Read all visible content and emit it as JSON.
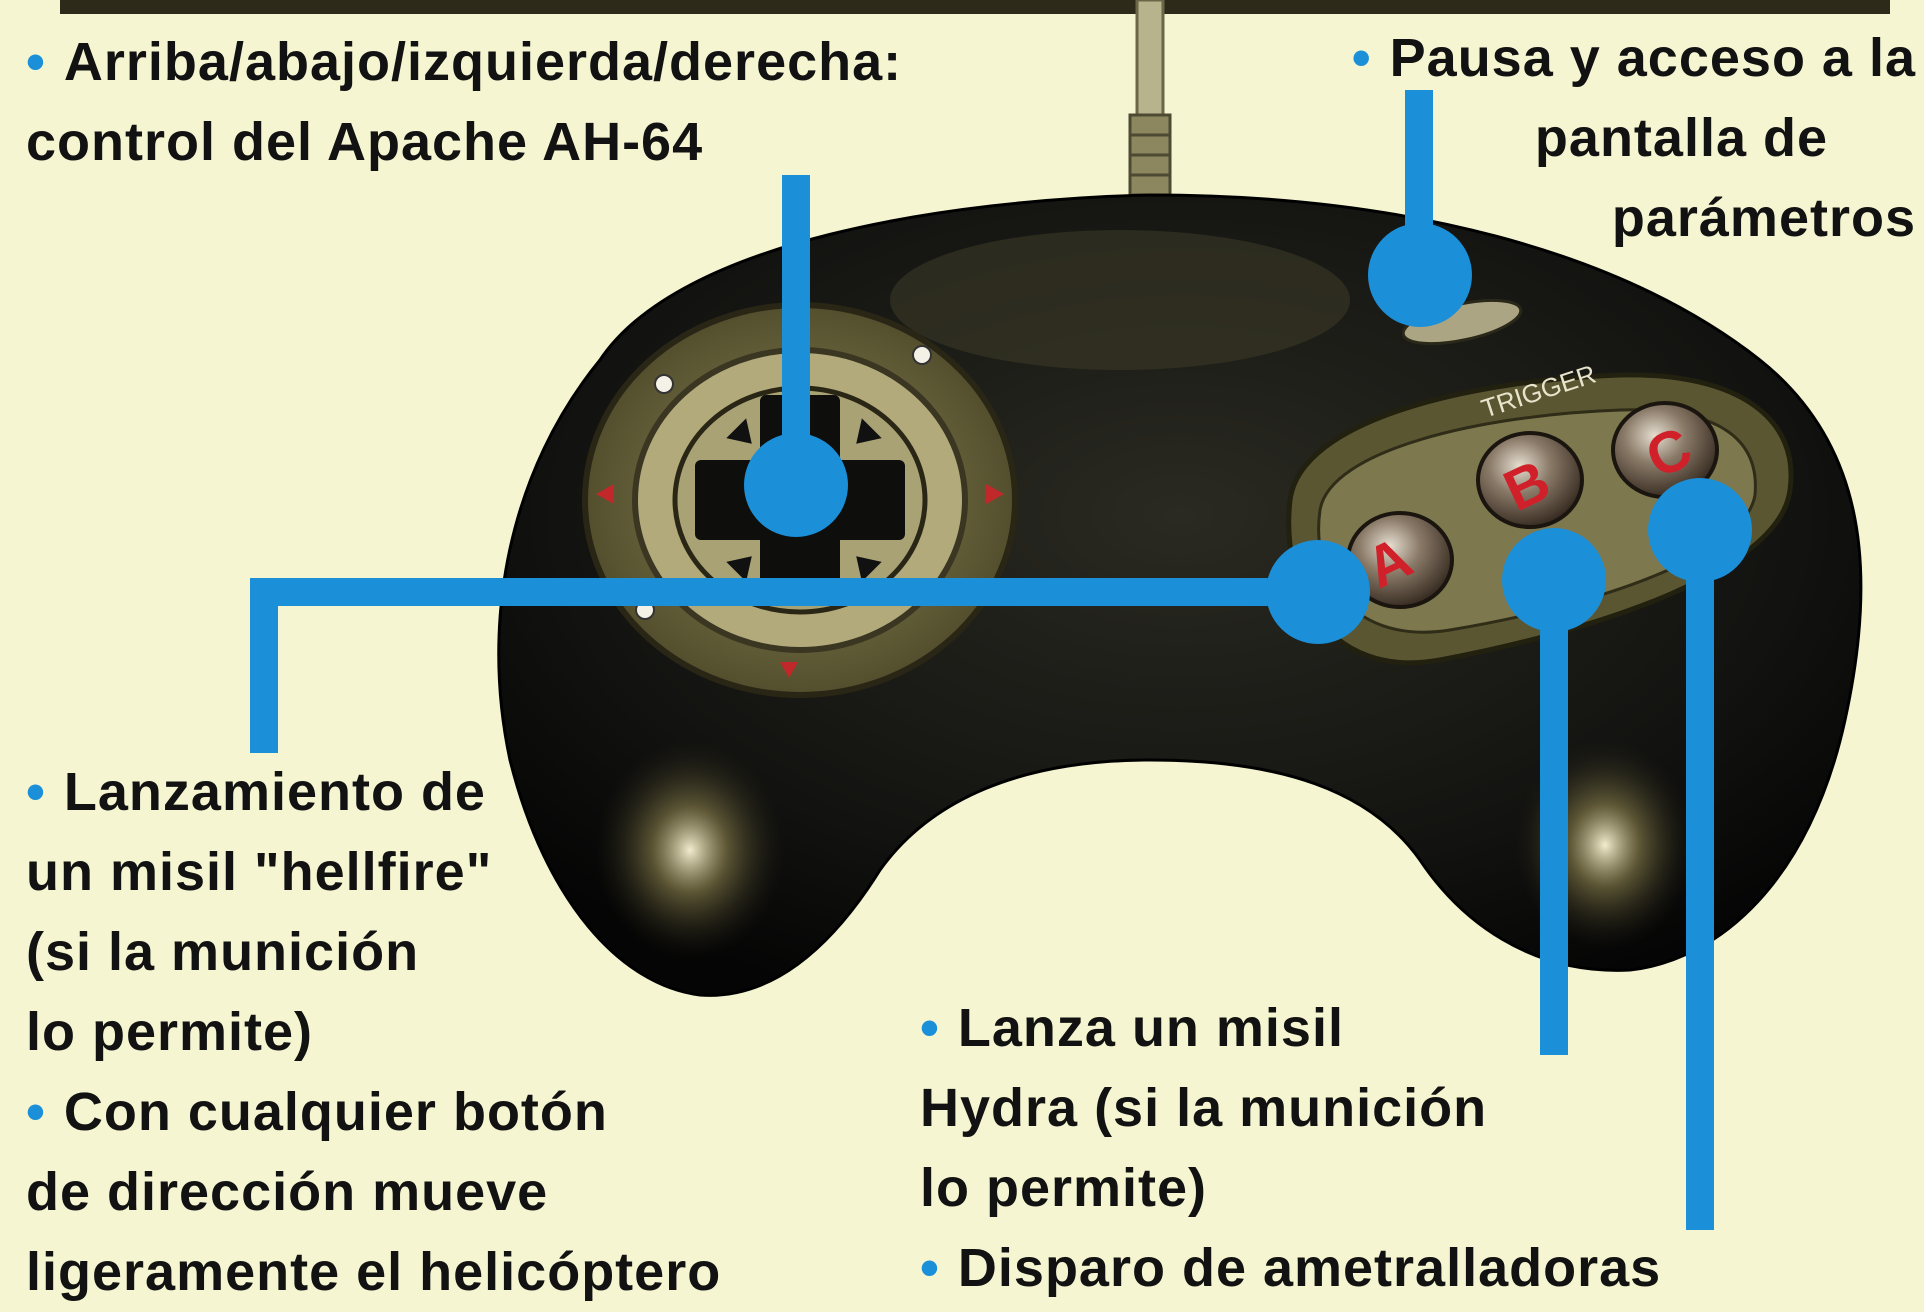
{
  "colors": {
    "background": "#f5f5d2",
    "leader": "#1b8fd8",
    "text": "#121212",
    "controller_body": "#141414",
    "dpad_ring": "#6b6536",
    "button_face": "#5a4a3c",
    "button_letter": "#d0202a"
  },
  "controller": {
    "brand": "TRIGGER",
    "buttons": [
      "A",
      "B",
      "C"
    ]
  },
  "callouts": {
    "dpad": {
      "bullet": "•",
      "lines": [
        "Arriba/abajo/izquierda/derecha:",
        "control del Apache AH-64"
      ]
    },
    "start": {
      "bullet": "•",
      "lines": [
        "Pausa y acceso a la",
        "pantalla de",
        "parámetros"
      ]
    },
    "button_a": {
      "bullet": "•",
      "lines": [
        "Lanzamiento de",
        "un misil \"hellfire\"",
        "(si la munición",
        "lo permite)",
        "Con cualquier botón",
        "de dirección mueve",
        "ligeramente el helicóptero"
      ]
    },
    "button_b": {
      "bullet": "•",
      "lines": [
        "Lanza un misil",
        "Hydra (si la munición",
        "lo permite)"
      ]
    },
    "button_c": {
      "bullet": "•",
      "lines": [
        "Disparo de ametralladoras"
      ]
    }
  }
}
